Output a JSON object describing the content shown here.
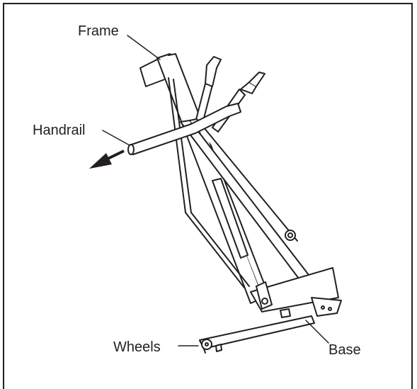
{
  "labels": {
    "frame": "Frame",
    "handrail": "Handrail",
    "wheels": "Wheels",
    "base": "Base"
  },
  "colors": {
    "ink": "#231f20",
    "paper": "#ffffff"
  },
  "icons": {
    "direction_arrow": "arrow-left-down-icon"
  }
}
